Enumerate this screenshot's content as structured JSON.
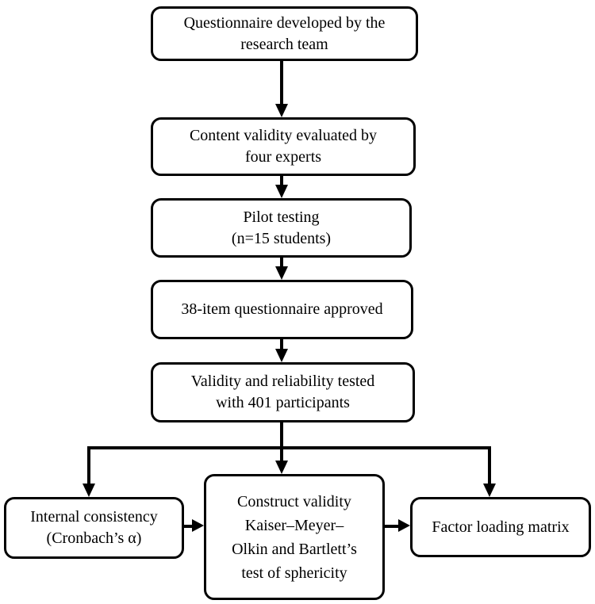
{
  "figure": {
    "colors": {
      "background": "#ffffff",
      "line": "#000000",
      "text": "#000000"
    }
  },
  "boxes": {
    "developed": {
      "lines": [
        "Questionnaire developed by the",
        "research team"
      ]
    },
    "content_validity": {
      "lines": [
        "Content validity evaluated by",
        "four experts"
      ]
    },
    "pilot": {
      "lines": [
        "Pilot testing",
        "(n=15 students)"
      ]
    },
    "approved": {
      "lines": [
        "38-item questionnaire approved"
      ]
    },
    "tested": {
      "lines": [
        "Validity and reliability tested",
        "with 401 participants"
      ]
    },
    "internal_consistency": {
      "lines": [
        "Internal consistency",
        "(Cronbach’s α)"
      ]
    },
    "construct_validity": {
      "lines": [
        "Construct validity",
        "Kaiser–Meyer–",
        "Olkin and Bartlett’s",
        "test of sphericity"
      ]
    },
    "factor_loading": {
      "lines": [
        "Factor loading matrix"
      ]
    }
  }
}
